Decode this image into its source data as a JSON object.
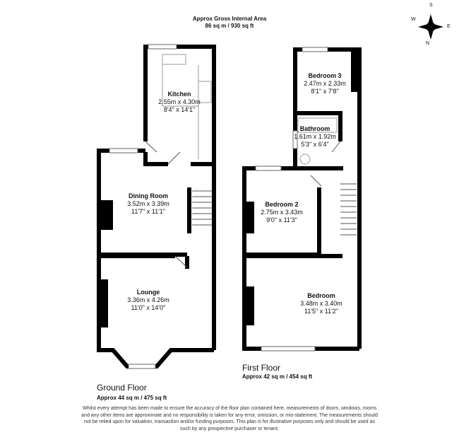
{
  "header": {
    "title": "Approx Gross Internal Area",
    "area": "86 sq m / 930 sq ft"
  },
  "compass": {
    "labels": [
      "S",
      "E",
      "W",
      "N"
    ],
    "icon": "compass-rose-icon"
  },
  "rooms": [
    {
      "name": "Kitchen",
      "metric": "2.55m x 4.30m",
      "imperial": "8'4\" x 14'1\""
    },
    {
      "name": "Dining Room",
      "metric": "3.52m x 3.39m",
      "imperial": "11'7\" x 11'1\""
    },
    {
      "name": "Lounge",
      "metric": "3.36m x 4.26m",
      "imperial": "11'0\" x 14'0\""
    },
    {
      "name": "Bedroom 3",
      "metric": "2.47m x 2.33m",
      "imperial": "8'1\" x 7'8\""
    },
    {
      "name": "Bathroom",
      "metric": "1.61m x 1.92m",
      "imperial": "5'3\" x 6'4\""
    },
    {
      "name": "Bedroom 2",
      "metric": "2.75m x 3.43m",
      "imperial": "9'0\" x 11'3\""
    },
    {
      "name": "Bedroom",
      "metric": "3.48m x 3.40m",
      "imperial": "11'5\" x 11'2\""
    }
  ],
  "floors": {
    "ground": {
      "label": "Ground Floor",
      "area": "Approx 44 sq m / 475 sq ft"
    },
    "first": {
      "label": "First Floor",
      "area": "Approx 42 sq m / 454 sq ft"
    }
  },
  "disclaimer": "Whilst every attempt has been made to ensure the accuracy of the floor plan contained here, measurements of doors, windows, rooms and any other items are approximate and no responsibility is taken for any error, omission, or mis-statement. The measurements should not be relied upon for valuation, transaction and/or funding purposes. This plan is for illustrative purposes only and should be used as such by any prospective purchaser or tenant."
}
